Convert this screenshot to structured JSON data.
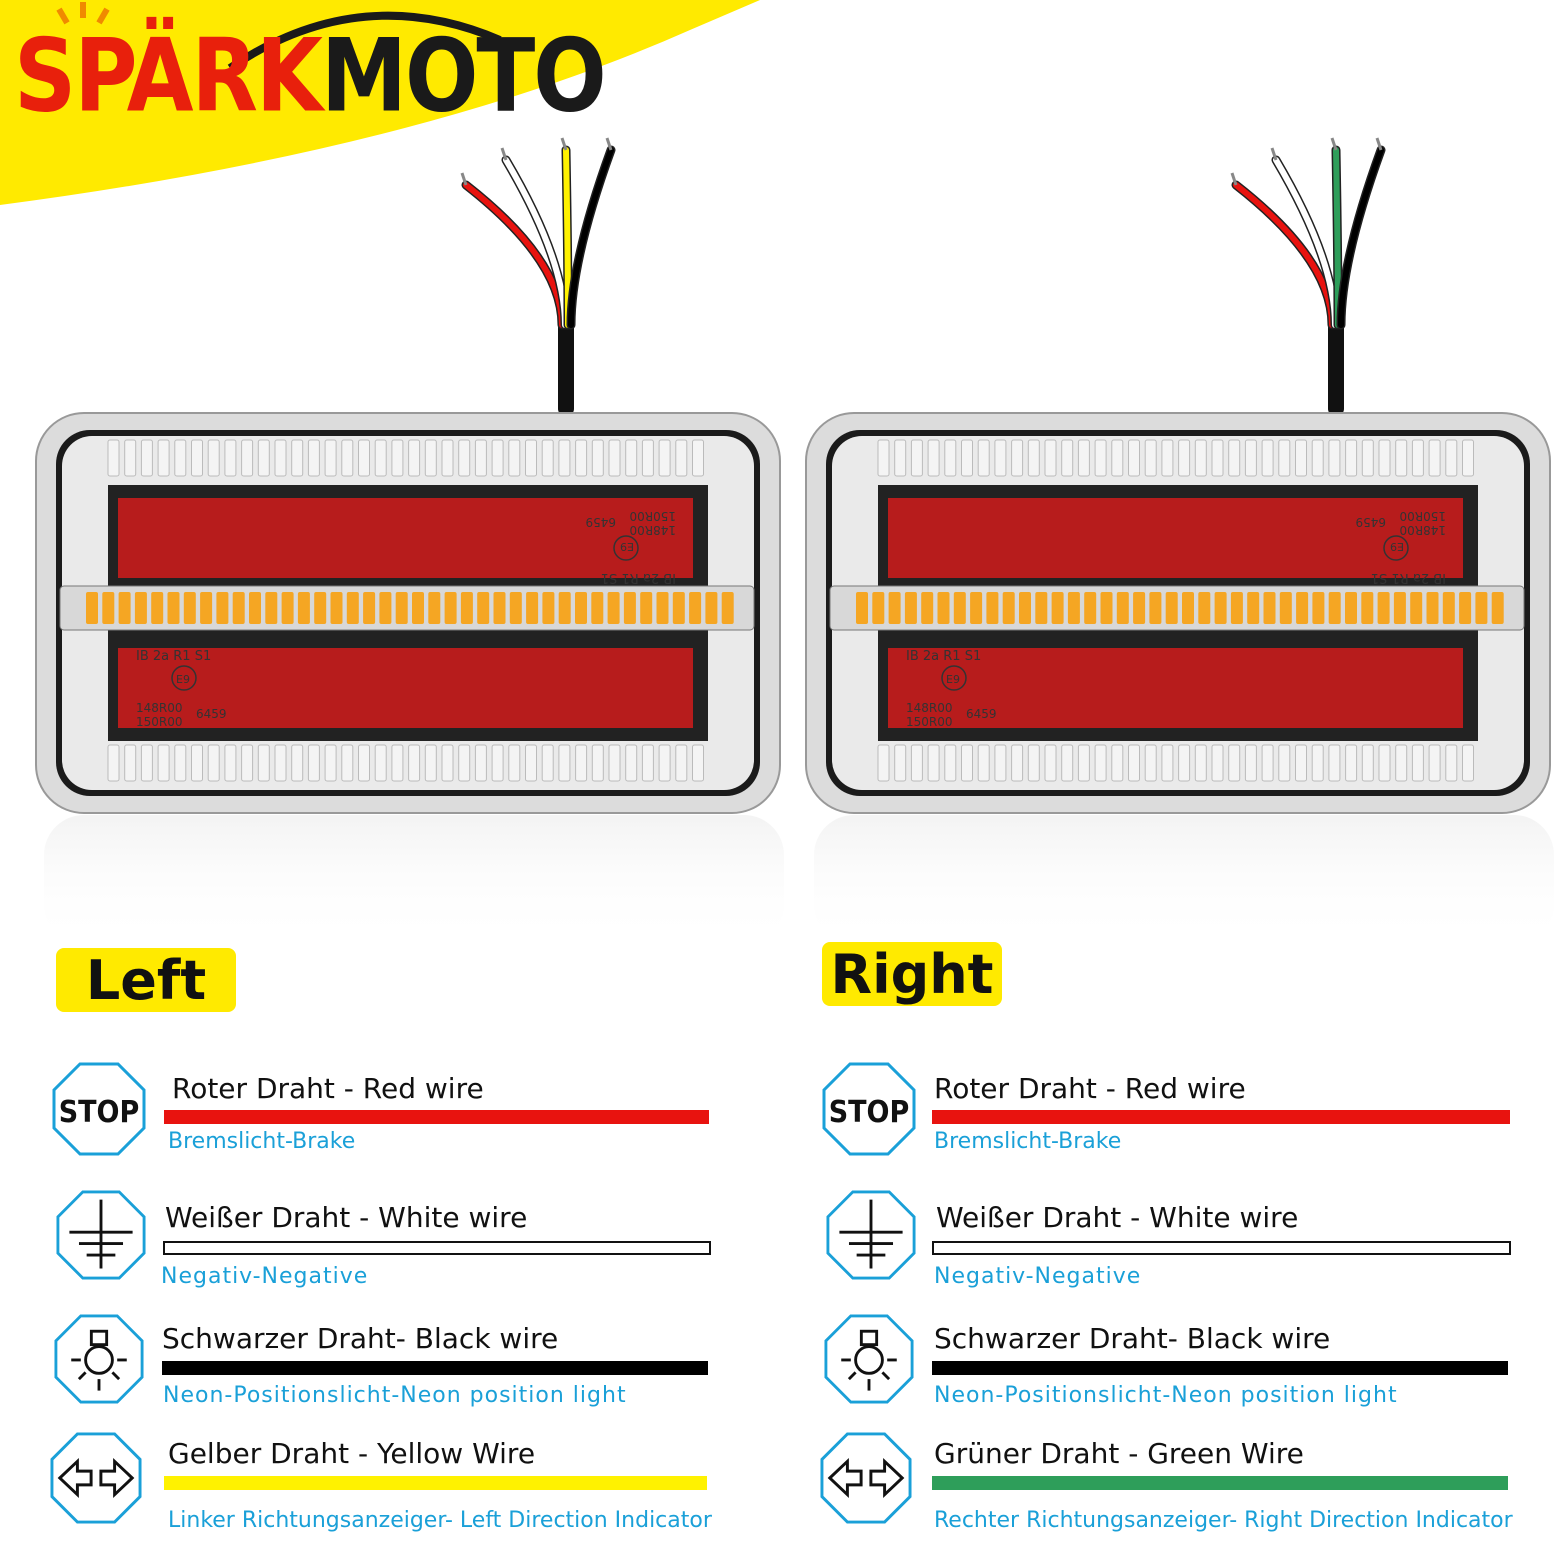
{
  "brand": {
    "part1": "SPÄRK",
    "part2": "MOTO"
  },
  "lamp_markings": {
    "upper_code_1": "150R00",
    "upper_code_2": "148R00",
    "upper_code_3": "6459",
    "upper_class": "IB 2a R1 S1",
    "lower_class": "IB 2a R1 S1",
    "lower_code_1": "148R00",
    "lower_code_2": "150R00",
    "lower_code_3": "6459",
    "approval_mark": "E9"
  },
  "left": {
    "tag": "Left",
    "rows": [
      {
        "title": "Roter Draht - Red wire",
        "subtitle": "Bremslicht-Brake",
        "wire_color": "#e8130f"
      },
      {
        "title": "Weißer Draht - White wire",
        "subtitle": "Negativ-Negative",
        "wire_color": "#ffffff"
      },
      {
        "title": "Schwarzer Draht- Black wire",
        "subtitle": "Neon-Positionslicht-Neon position light",
        "wire_color": "#000000"
      },
      {
        "title": "Gelber Draht - Yellow Wire",
        "subtitle": "Linker Richtungsanzeiger- Left Direction Indicator",
        "wire_color": "#fff200"
      }
    ]
  },
  "right": {
    "tag": "Right",
    "rows": [
      {
        "title": "Roter Draht - Red wire",
        "subtitle": "Bremslicht-Brake",
        "wire_color": "#e8130f"
      },
      {
        "title": "Weißer Draht - White wire",
        "subtitle": "Negativ-Negative",
        "wire_color": "#ffffff"
      },
      {
        "title": "Schwarzer Draht- Black wire",
        "subtitle": "Neon-Positionslicht-Neon position light",
        "wire_color": "#000000"
      },
      {
        "title": "Grüner Draht - Green Wire",
        "subtitle": "Rechter Richtungsanzeiger- Right Direction Indicator",
        "wire_color": "#2e9e5a"
      }
    ]
  },
  "icons": {
    "stop_label": "STOP"
  },
  "colors": {
    "banner": "#ffea00",
    "accent_red": "#e8200c",
    "subtitle_blue": "#1aa0d8",
    "amber": "#f5a623"
  }
}
